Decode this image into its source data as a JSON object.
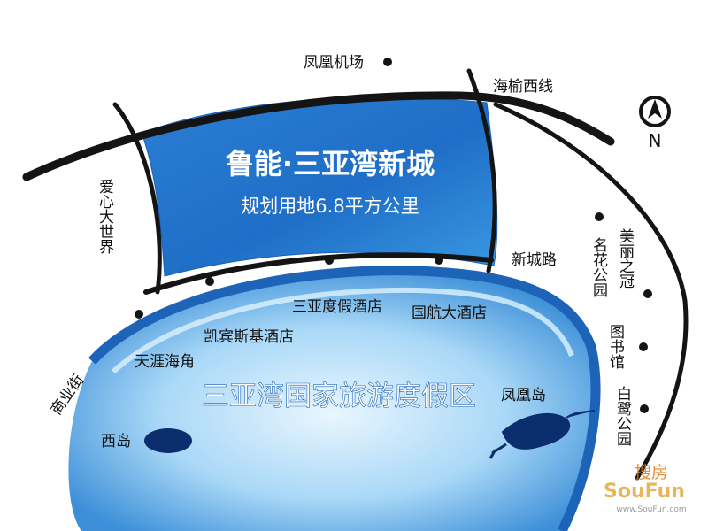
{
  "compass": {
    "letter": "N"
  },
  "new_city": {
    "title": "鲁能·三亚湾新城",
    "subtitle": "规划用地6.8平方公里"
  },
  "resort_zone": {
    "name": "三亚湾国家旅游度假区"
  },
  "roads": {
    "haiyu_west": "海榆西线",
    "xincheng": "新城路",
    "shangye": "商业街"
  },
  "places": {
    "airport": "凤凰机场",
    "aixin": "爱心大世界",
    "sanya_resort_hotel": "三亚度假酒店",
    "airchina_hotel": "国航大酒店",
    "kempinski": "凯宾斯基酒店",
    "tianya": "天涯海角",
    "west_island": "西岛",
    "phoenix_island": "凤凰岛",
    "minghua_park": "名花公园",
    "meili_zhiguan": "美丽之冠",
    "library": "图书馆",
    "bailu_park": "白鹭公园"
  },
  "watermark": {
    "cn": "搜房",
    "en": "SouFun",
    "url": "www.SouFun.com"
  },
  "colors": {
    "sea_dark": "#1a5fb4",
    "sea_light": "#bfe3fb",
    "zone_blue": "#2e86d6",
    "road": "#141414",
    "island": "#0d2e6e"
  }
}
